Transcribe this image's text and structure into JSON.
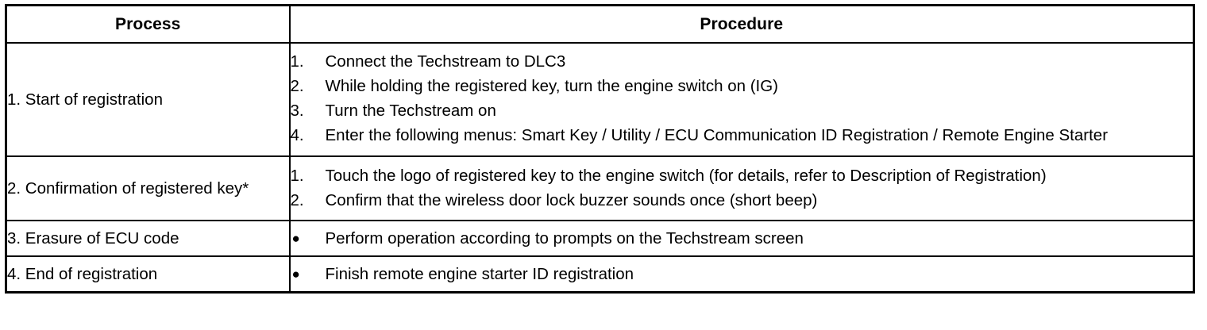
{
  "table": {
    "headers": {
      "process": "Process",
      "procedure": "Procedure"
    },
    "rows": [
      {
        "process": "1. Start of registration",
        "list_type": "numbered",
        "steps": [
          {
            "marker": "1.",
            "text": "Connect the Techstream to DLC3"
          },
          {
            "marker": "2.",
            "text": "While holding the registered key, turn the engine switch on (IG)"
          },
          {
            "marker": "3.",
            "text": "Turn the Techstream on"
          },
          {
            "marker": "4.",
            "text": "Enter the following menus: Smart Key / Utility / ECU Communication ID Registration / Remote Engine Starter"
          }
        ]
      },
      {
        "process": "2. Confirmation of registered key*",
        "list_type": "numbered",
        "steps": [
          {
            "marker": "1.",
            "text": "Touch the logo of registered key to the engine switch (for details, refer to Description of Registration)"
          },
          {
            "marker": "2.",
            "text": "Confirm that the wireless door lock buzzer sounds once (short beep)"
          }
        ]
      },
      {
        "process": "3. Erasure of ECU code",
        "list_type": "bulleted",
        "steps": [
          {
            "marker": "●",
            "text": "Perform operation according to prompts on the Techstream screen"
          }
        ]
      },
      {
        "process": "4. End of registration",
        "list_type": "bulleted",
        "steps": [
          {
            "marker": "●",
            "text": "Finish remote engine starter ID registration"
          }
        ]
      }
    ]
  },
  "colors": {
    "border": "#000000",
    "text": "#000000",
    "background": "#ffffff"
  }
}
